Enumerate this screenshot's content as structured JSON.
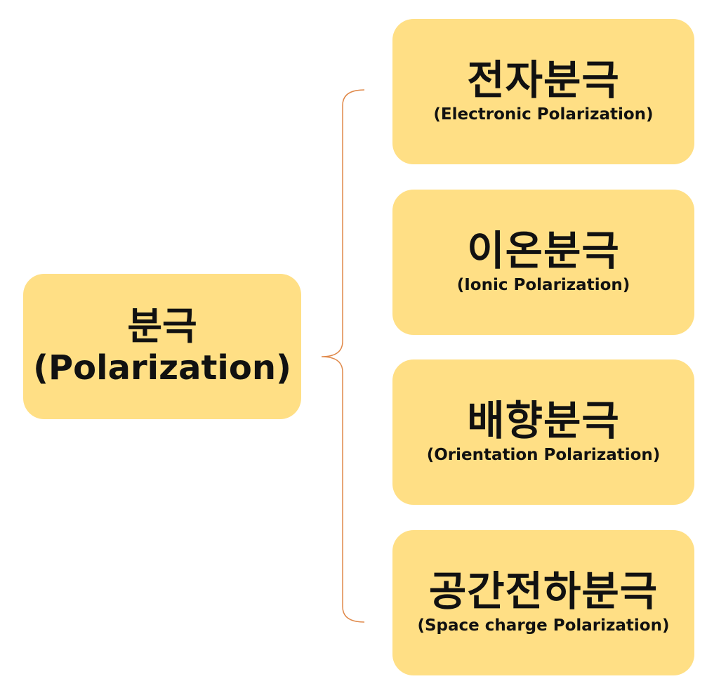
{
  "root": {
    "title_ko": "분극",
    "title_en": "(Polarization)"
  },
  "children": [
    {
      "title_ko": "전자분극",
      "title_en": "(Electronic Polarization)"
    },
    {
      "title_ko": "이온분극",
      "title_en": "(Ionic Polarization)"
    },
    {
      "title_ko": "배향분극",
      "title_en": "(Orientation Polarization)"
    },
    {
      "title_ko": "공간전하분극",
      "title_en": "(Space charge Polarization)"
    }
  ],
  "colors": {
    "box_fill": "#FFDF85",
    "bracket_stroke": "#E0894A",
    "text": "#111111"
  }
}
